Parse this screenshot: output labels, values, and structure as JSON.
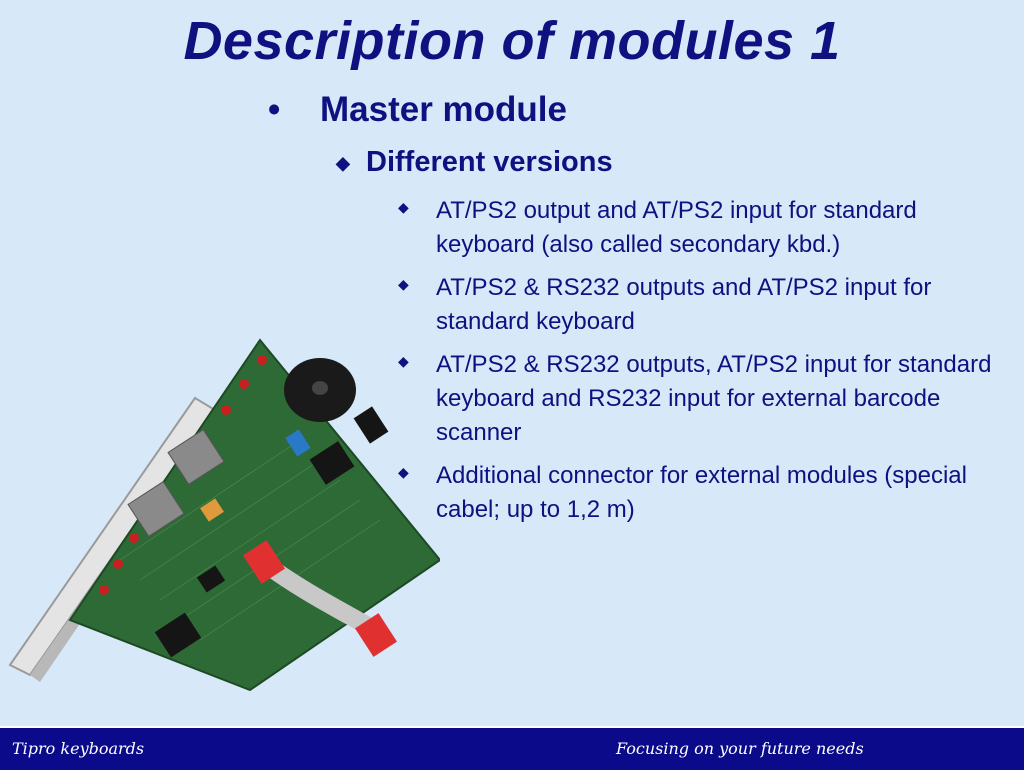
{
  "title": "Description of modules 1",
  "heading": {
    "bullet": "•",
    "text": "Master module"
  },
  "subheading": {
    "bullet": "◆",
    "text": "Different versions"
  },
  "items": [
    {
      "bullet": "◆",
      "text": "AT/PS2 output and AT/PS2 input for standard keyboard (also called secondary kbd.)"
    },
    {
      "bullet": "◆",
      "text": "AT/PS2 & RS232 outputs and AT/PS2 input for standard keyboard"
    },
    {
      "bullet": "◆",
      "text": "AT/PS2 & RS232 outputs, AT/PS2 input for standard keyboard and RS232 input for external barcode scanner"
    },
    {
      "bullet": "◆",
      "text": "Additional connector for external modules (special cabel; up to 1,2 m)"
    }
  ],
  "footer": {
    "left": "Tipro keyboards",
    "right": "Focusing on your future needs"
  },
  "colors": {
    "background": "#d7e8f8",
    "text": "#101080",
    "footer_bar": "#0a0a8a",
    "pcb": "#2e6a36"
  }
}
